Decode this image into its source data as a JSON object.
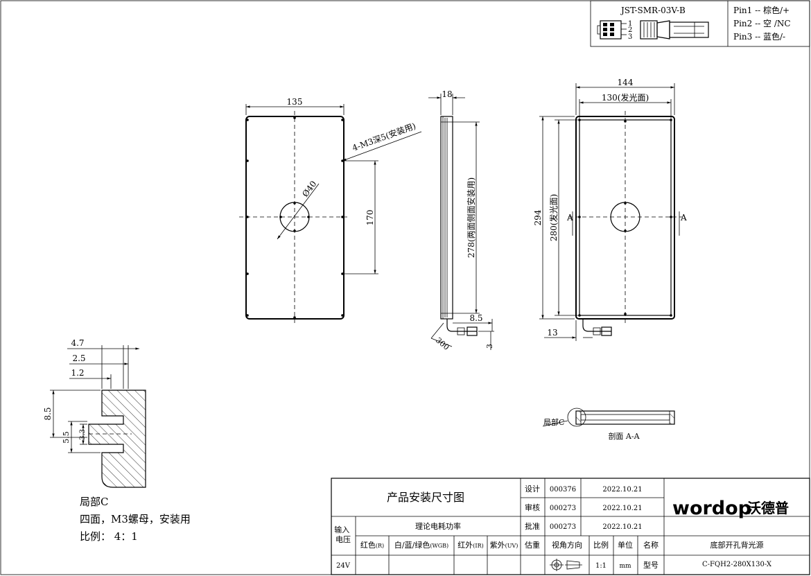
{
  "connector": {
    "model": "JST-SMR-03V-B",
    "pin_nums": [
      "1",
      "2",
      "3"
    ],
    "pins": [
      "Pin1 -- 棕色/+",
      "Pin2 -- 空 /NC",
      "Pin3 -- 蓝色/-"
    ]
  },
  "front_view": {
    "width_dim": "135",
    "hole_callout": "4-M3深5(安装用)",
    "hole_spacing": "170",
    "center_dia": "Ø40"
  },
  "side_view": {
    "thickness": "18",
    "height": "278(两面侧面安装用)",
    "cable_offset": "8.5",
    "cable_len": "300",
    "cable_gap": "3"
  },
  "back_view": {
    "outer_width": "144",
    "emit_width": "130(发光面)",
    "outer_height": "294",
    "emit_height": "280(发光面)",
    "section_mark": "A",
    "bottom_offset": "13"
  },
  "section": {
    "callout": "局部C",
    "title": "剖面 A-A"
  },
  "detail": {
    "d1": "4.7",
    "d2": "2.5",
    "d3": "1.2",
    "d4": "8.5",
    "d5": "5.5",
    "d6": "3.3",
    "note_title": "局部C",
    "note_line1": "四面，M3螺母，安装用",
    "note_line2": "比例：  4：1"
  },
  "title_block": {
    "drawing_title": "产品安装尺寸图",
    "row_labels": [
      "设计",
      "审核",
      "批准"
    ],
    "ids": [
      "000376",
      "000273",
      "000273"
    ],
    "dates": [
      "2022.10.21",
      "2022.10.21",
      "2022.10.21"
    ],
    "input_voltage_label": "输入电压",
    "power_label": "理论电耗功率",
    "col_red": "红色",
    "col_red_sub": "(R)",
    "col_white": "白/蓝/绿色",
    "col_white_sub": "(WGB)",
    "col_ir": "红外",
    "col_ir_sub": "(IR)",
    "col_uv": "紫外",
    "col_uv_sub": "(UV)",
    "col_weight": "估重",
    "col_view": "视角方向",
    "col_scale": "比例",
    "col_unit": "单位",
    "col_name": "名称",
    "product_name": "底部开孔背光源",
    "voltage": "24V",
    "scale": "1:1",
    "unit": "mm",
    "model_label": "型号",
    "model": "C-FQH2-280X130-X",
    "logo_latin": "wordop",
    "logo_cn": "沃德普"
  }
}
